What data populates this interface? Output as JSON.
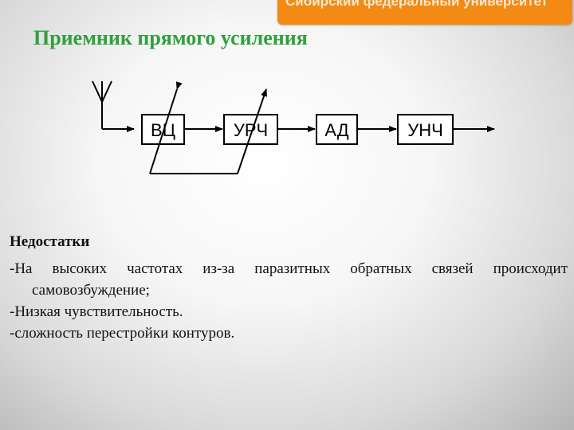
{
  "banner": {
    "text": "Сибирский федеральный университет"
  },
  "slide": {
    "title": "Приемник прямого усиления"
  },
  "diagram": {
    "blocks": [
      "ВЦ",
      "УРЧ",
      "АД",
      "УНЧ"
    ]
  },
  "content": {
    "heading": "Недостатки",
    "items": [
      "-На высоких частотах из-за паразитных обратных связей происходит самовозбуждение;",
      "-Низкая чувствительность.",
      "-сложность перестройки контуров."
    ]
  },
  "colors": {
    "title": "#2fa03c",
    "banner": "#f28a13"
  }
}
